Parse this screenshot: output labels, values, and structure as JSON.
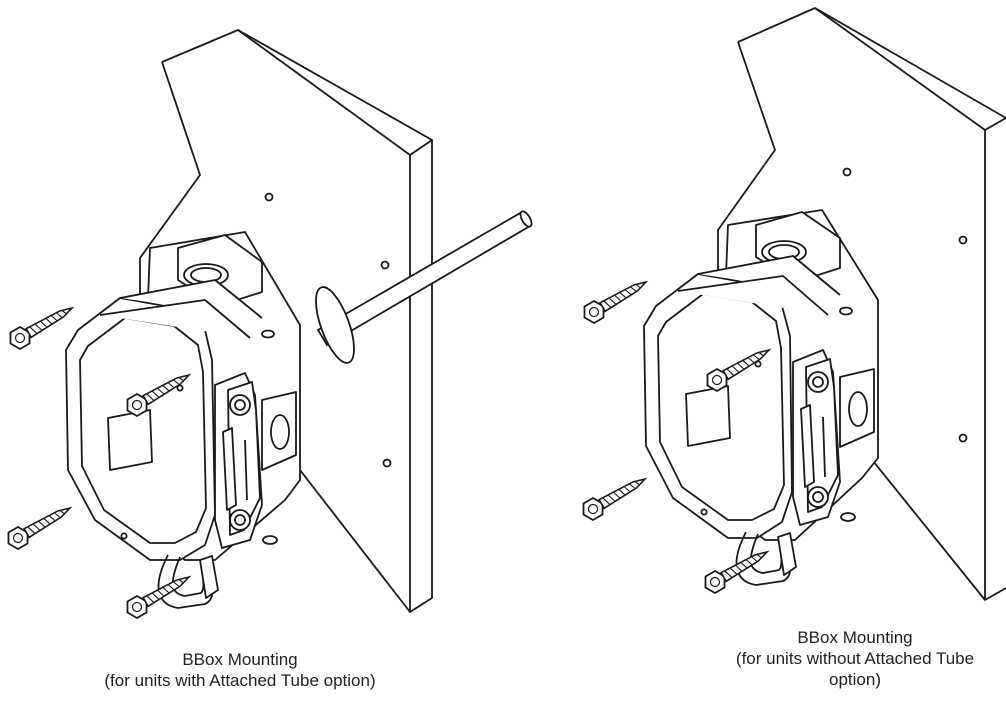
{
  "figures": [
    {
      "title": "BBox Mounting",
      "subtitle_lines": [
        "(for units with Attached Tube option)"
      ]
    },
    {
      "title": "BBox Mounting",
      "subtitle_lines": [
        "(for units without Attached Tube",
        "option)"
      ]
    }
  ],
  "colors": {
    "line": "#1a1a1a",
    "fill": "#ffffff",
    "caption": "#222222"
  }
}
